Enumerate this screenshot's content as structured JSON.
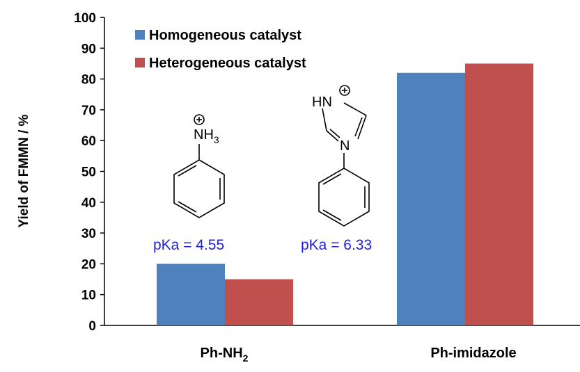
{
  "chart_data": {
    "type": "bar",
    "categories": [
      "Ph-NH",
      "Ph-imidazole"
    ],
    "category_subscripts": [
      "2",
      ""
    ],
    "series": [
      {
        "name": "Homogeneous catalyst",
        "values": [
          20,
          82
        ],
        "color": "#4F81BD"
      },
      {
        "name": "Heterogeneous catalyst",
        "values": [
          15,
          85
        ],
        "color": "#C0504D"
      }
    ],
    "ylabel": "Yield of FMMN / %",
    "ylim": [
      0,
      100
    ],
    "yticks": [
      0,
      10,
      20,
      30,
      40,
      50,
      60,
      70,
      80,
      90,
      100
    ],
    "grid": false,
    "legend_position": "top-left",
    "annotations": [
      {
        "text": "pKa = 4.55",
        "color": "#1F1FE6"
      },
      {
        "text": "pKa = 6.33",
        "color": "#1F1FE6"
      }
    ],
    "structures": [
      {
        "name": "anilinium",
        "label_main": "NH",
        "label_sub": "3",
        "charge": "+"
      },
      {
        "name": "phenylimidazolium",
        "label_hn": "HN",
        "label_n": "N",
        "charge": "+"
      }
    ]
  }
}
